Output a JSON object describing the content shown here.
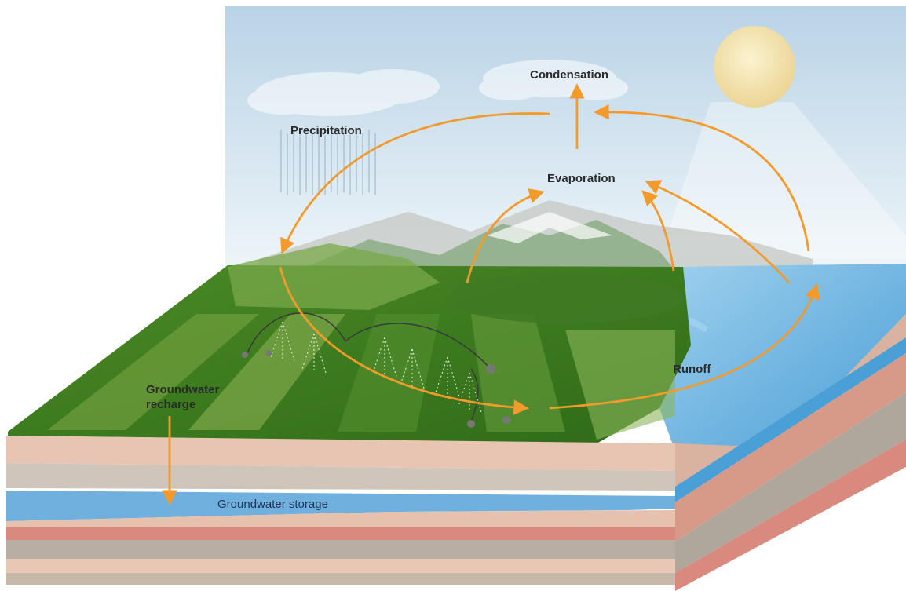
{
  "labels": {
    "condensation": "Condensation",
    "precipitation": "Precipitation",
    "evaporation": "Evaporation",
    "runoff": "Runoff",
    "groundwater_recharge_line1": "Groundwater",
    "groundwater_recharge_line2": "recharge",
    "groundwater_storage": "Groundwater storage"
  },
  "colors": {
    "arrow": "#f39a2b",
    "sky_top": "#b9d3e6",
    "sky_bottom": "#eaf3f8",
    "field_dark": "#3f7a1f",
    "field_light": "#7aa84a",
    "water": "#5aa7d8",
    "soil": "#e4b9a4",
    "rock_red": "#d98a7e",
    "rock_gray": "#b4aba0",
    "sun": "#f5e6b0"
  },
  "icons": [
    "sun-icon",
    "cloud-icon",
    "rain-icon",
    "irrigation-sprinkler-icon",
    "mountain-icon"
  ]
}
